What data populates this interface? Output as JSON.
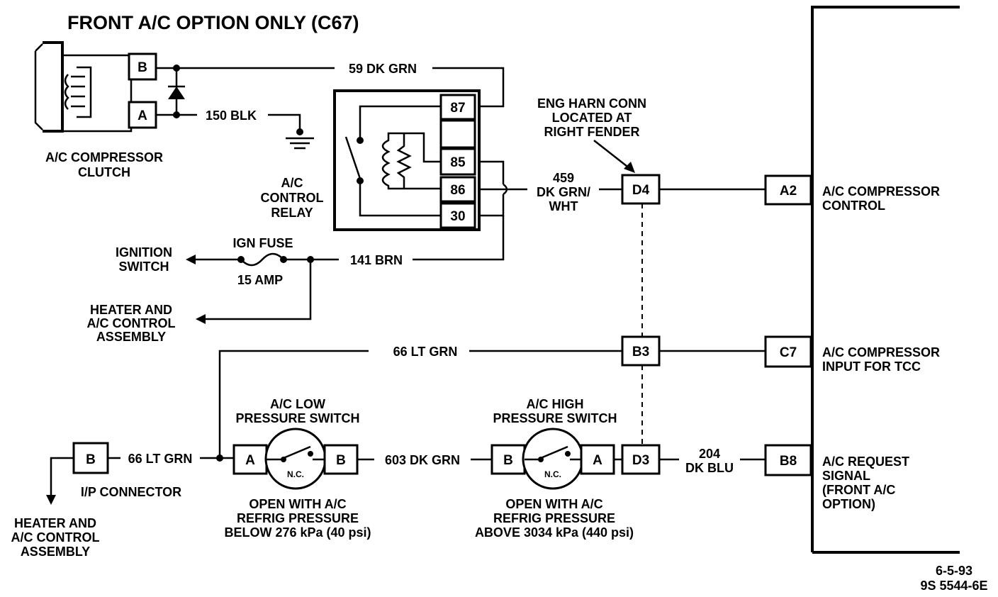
{
  "title": "FRONT A/C OPTION ONLY (C67)",
  "compressor_clutch": {
    "label_1": "A/C COMPRESSOR",
    "label_2": "CLUTCH",
    "pin_b": "B",
    "pin_a": "A"
  },
  "wires": {
    "w59": "59 DK GRN",
    "w150": "150 BLK",
    "w459_num": "459",
    "w459_color_1": "DK GRN/",
    "w459_color_2": "WHT",
    "w141": "141 BRN",
    "w66_top": "66 LT GRN",
    "w66_left": "66 LT GRN",
    "w603": "603 DK GRN",
    "w204_num": "204",
    "w204_color": "DK BLU"
  },
  "relay": {
    "label_1": "A/C",
    "label_2": "CONTROL",
    "label_3": "RELAY",
    "pin_87": "87",
    "pin_85": "85",
    "pin_86": "86",
    "pin_30": "30"
  },
  "eng_harness": {
    "label_1": "ENG HARN CONN",
    "label_2": "LOCATED AT",
    "label_3": "RIGHT FENDER"
  },
  "connectors": {
    "d4": "D4",
    "b3": "B3",
    "d3": "D3"
  },
  "fuse": {
    "name": "IGN FUSE",
    "rating": "15 AMP"
  },
  "ignition_switch": {
    "label_1": "IGNITION",
    "label_2": "SWITCH"
  },
  "heater_upper": {
    "label_1": "HEATER AND",
    "label_2": "A/C CONTROL",
    "label_3": "ASSEMBLY"
  },
  "heater_lower": {
    "label_1": "HEATER AND",
    "label_2": "A/C CONTROL",
    "label_3": "ASSEMBLY"
  },
  "ip_connector": {
    "pin": "B",
    "label": "I/P CONNECTOR"
  },
  "low_switch": {
    "label_1": "A/C LOW",
    "label_2": "PRESSURE SWITCH",
    "pin_a": "A",
    "pin_b": "B",
    "nc": "N.C.",
    "note_1": "OPEN WITH A/C",
    "note_2": "REFRIG PRESSURE",
    "note_3": "BELOW 276 kPa (40 psi)"
  },
  "high_switch": {
    "label_1": "A/C HIGH",
    "label_2": "PRESSURE SWITCH",
    "pin_b": "B",
    "pin_a": "A",
    "nc": "N.C.",
    "note_1": "OPEN WITH A/C",
    "note_2": "REFRIG PRESSURE",
    "note_3": "ABOVE 3034 kPa (440 psi)"
  },
  "pcm": {
    "pin_a2": "A2",
    "a2_label_1": "A/C COMPRESSOR",
    "a2_label_2": "CONTROL",
    "pin_c7": "C7",
    "c7_label_1": "A/C COMPRESSOR",
    "c7_label_2": "INPUT FOR TCC",
    "pin_b8": "B8",
    "b8_label_1": "A/C REQUEST",
    "b8_label_2": "SIGNAL",
    "b8_label_3": "(FRONT A/C",
    "b8_label_4": "OPTION)"
  },
  "footer": {
    "date": "6-5-93",
    "code": "9S 5544-6E"
  }
}
